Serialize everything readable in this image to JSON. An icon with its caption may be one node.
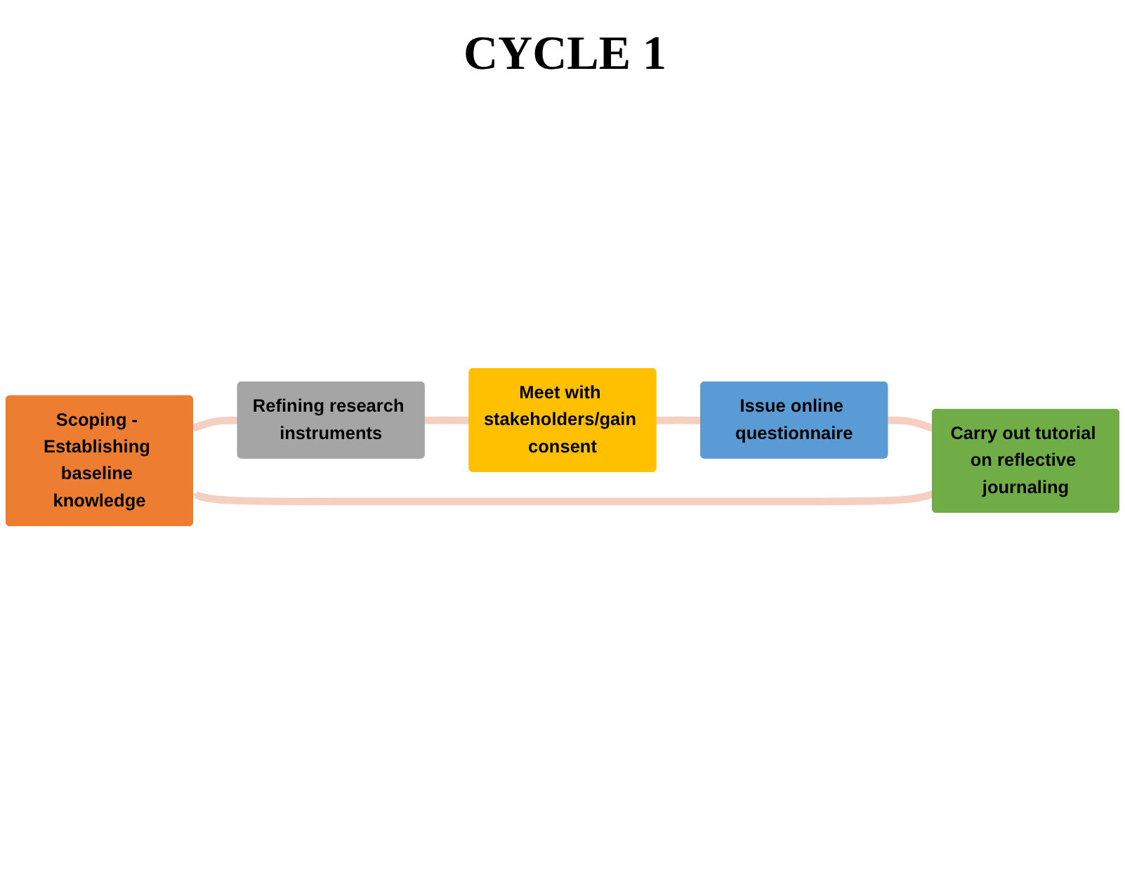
{
  "diagram": {
    "nodes": [
      {
        "text": [
          "Scoping - Establishing baseline knowledge"
        ]
      },
      {
        "text": [
          "Refining research instruments"
        ]
      },
      {
        "text": [
          "Meet with stakeholders/gain consent"
        ]
      },
      {
        "text": [
          "Issue online questionnaire"
        ]
      },
      {
        "text": [
          "Carry out tutorial on reflective journaling"
        ]
      }
    ],
    "edges": [
      {
        "from": 0,
        "to": 1,
        "arrow": "none"
      },
      {
        "from": 1,
        "to": 2,
        "arrow": "none"
      },
      {
        "from": 2,
        "to": 3,
        "arrow": "none"
      },
      {
        "from": 3,
        "to": 4,
        "arrow": "none"
      },
      {
        "from": 4,
        "to": 0,
        "arrow": "to"
      }
    ],
    "labels": [
      "CYCLE 1"
    ]
  }
}
